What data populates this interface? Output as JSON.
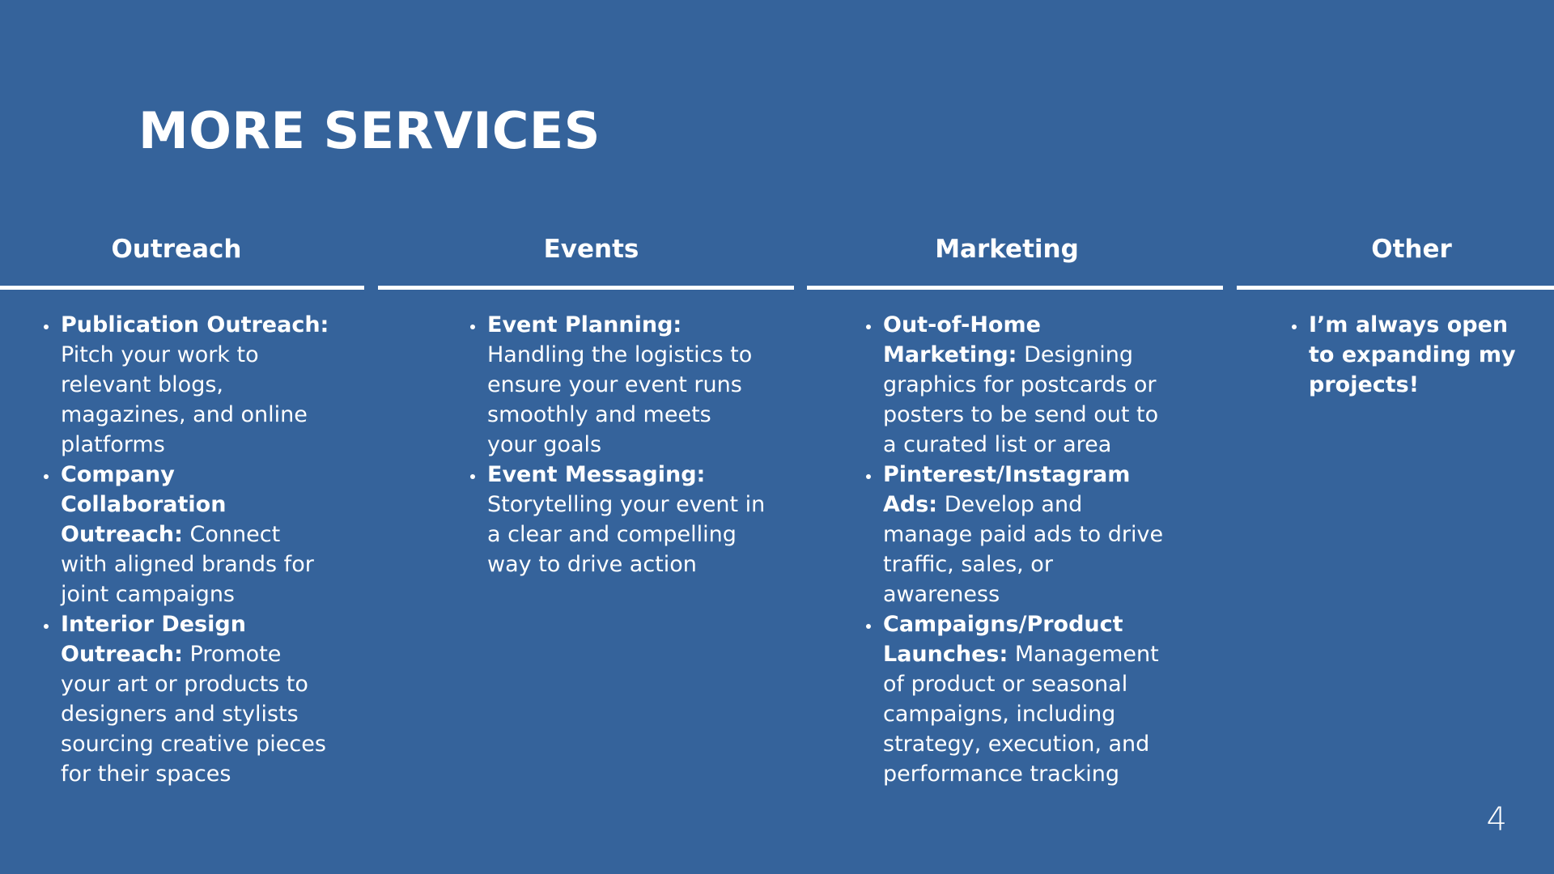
{
  "slide": {
    "title": "MORE SERVICES",
    "page_number": "4",
    "background_color": "#35639b",
    "text_color": "#ffffff"
  },
  "columns": [
    {
      "heading": "Outreach",
      "items": [
        {
          "bold": "Publication Outreach:",
          "text": "Pitch your work to relevant blogs, magazines, and online platforms"
        },
        {
          "bold": "Company Collaboration Outreach:",
          "text": "Connect with aligned brands for joint campaigns"
        },
        {
          "bold": "Interior Design Outreach:",
          "text": "Promote your art or products to designers and stylists sourcing creative pieces for their spaces"
        }
      ]
    },
    {
      "heading": "Events",
      "items": [
        {
          "bold": "Event Planning:",
          "text": "Handling the logistics to ensure your event runs smoothly and meets your goals"
        },
        {
          "bold": "Event Messaging:",
          "text": "Storytelling your event in a clear and compelling way to drive action"
        }
      ]
    },
    {
      "heading": "Marketing",
      "items": [
        {
          "bold": "Out-of-Home Marketing:",
          "text": "Designing graphics for postcards or posters to be send out to a curated list or area"
        },
        {
          "bold": "Pinterest/Instagram Ads:",
          "text": "Develop and manage paid ads to drive traffic, sales, or awareness"
        },
        {
          "bold": "Campaigns/Product Launches:",
          "text": "Management of product or seasonal campaigns, including strategy, execution, and performance tracking"
        }
      ]
    },
    {
      "heading": "Other",
      "items": [
        {
          "bold": "I’m always open to expanding my projects!",
          "text": ""
        }
      ]
    }
  ]
}
